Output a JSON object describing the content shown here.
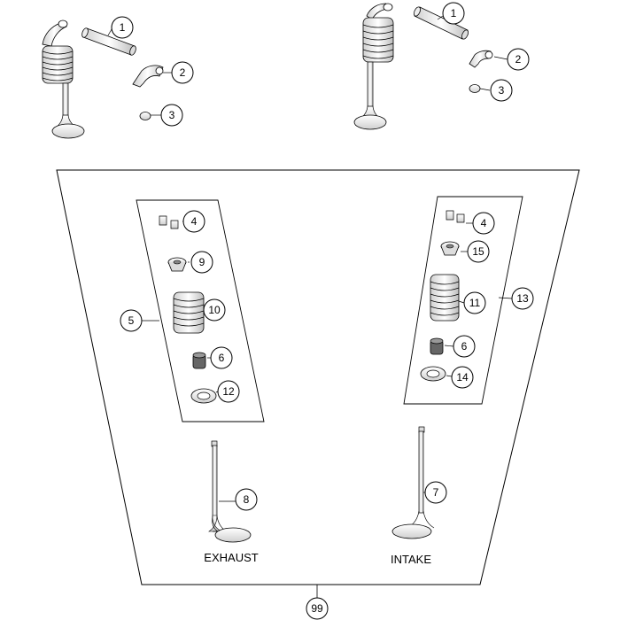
{
  "labels": {
    "exhaust": "EXHAUST",
    "intake": "INTAKE"
  },
  "callouts": {
    "c1a": "1",
    "c2a": "2",
    "c3a": "3",
    "c1b": "1",
    "c2b": "2",
    "c3b": "3",
    "c4a": "4",
    "c9": "9",
    "c10": "10",
    "c5": "5",
    "c6a": "6",
    "c12": "12",
    "c4b": "4",
    "c15": "15",
    "c11": "11",
    "c13": "13",
    "c6b": "6",
    "c14": "14",
    "c8": "8",
    "c7": "7",
    "c99": "99"
  },
  "colors": {
    "line": "#000000",
    "part_fill": "#f2f2f2",
    "part_shade": "#d9d9d9",
    "dark_part": "#555555"
  }
}
